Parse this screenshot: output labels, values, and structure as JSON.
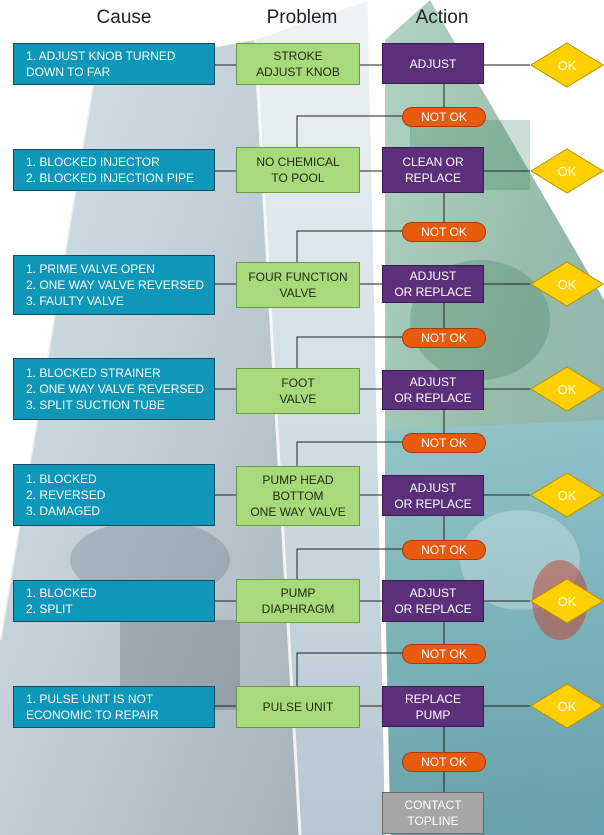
{
  "headers": {
    "cause": "Cause",
    "problem": "Problem",
    "action": "Action"
  },
  "rows": [
    {
      "cause": "1. ADJUST KNOB TURNED\nDOWN TO FAR",
      "problem": "STROKE\nADJUST KNOB",
      "action": "ADJUST",
      "ok": "OK",
      "notok": "NOT OK"
    },
    {
      "cause": "1. BLOCKED INJECTOR\n2. BLOCKED INJECTION PIPE",
      "problem": "NO CHEMICAL\nTO POOL",
      "action": "CLEAN OR\nREPLACE",
      "ok": "OK",
      "notok": "NOT OK"
    },
    {
      "cause": "1. PRIME VALVE OPEN\n2. ONE WAY VALVE REVERSED\n3. FAULTY VALVE",
      "problem": "FOUR FUNCTION\nVALVE",
      "action": "ADJUST\nOR REPLACE",
      "ok": "OK",
      "notok": "NOT OK"
    },
    {
      "cause": "1. BLOCKED STRAINER\n2. ONE WAY VALVE REVERSED\n3. SPLIT SUCTION TUBE",
      "problem": "FOOT\nVALVE",
      "action": "ADJUST\nOR REPLACE",
      "ok": "OK",
      "notok": "NOT OK"
    },
    {
      "cause": "1. BLOCKED\n2. REVERSED\n3. DAMAGED",
      "problem": "PUMP HEAD\nBOTTOM\nONE WAY VALVE",
      "action": "ADJUST\nOR REPLACE",
      "ok": "OK",
      "notok": "NOT OK"
    },
    {
      "cause": "1. BLOCKED\n2. SPLIT",
      "problem": "PUMP\nDIAPHRAGM",
      "action": "ADJUST\nOR REPLACE",
      "ok": "OK",
      "notok": "NOT OK"
    },
    {
      "cause": "1. PULSE UNIT IS NOT\nECONOMIC TO REPAIR",
      "problem": "PULSE UNIT",
      "action": "REPLACE\nPUMP",
      "ok": "OK",
      "notok": "NOT OK"
    }
  ],
  "final": {
    "action": "CONTACT\nTOPLINE"
  },
  "colors": {
    "cause": "#0e97b8",
    "problem": "#a8d97a",
    "action": "#5c2f7a",
    "notok": "#ea5a0c",
    "ok": "#ffd000",
    "contact": "#a6a6a6"
  }
}
